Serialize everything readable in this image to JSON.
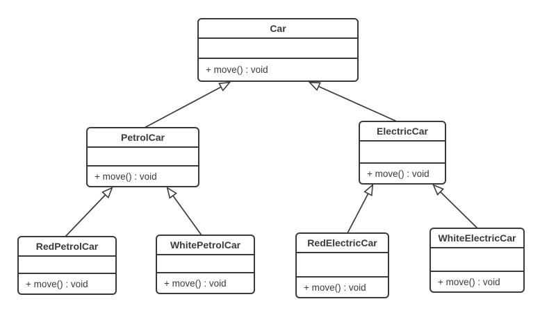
{
  "colors": {
    "stroke": "#3a3a3a",
    "text": "#3a3a3a",
    "box_fill": "#ffffff",
    "background": "#ffffff"
  },
  "classes": {
    "car": {
      "name": "Car",
      "attributes": "",
      "method": "+ move() : void"
    },
    "petrol_car": {
      "name": "PetrolCar",
      "attributes": "",
      "method": "+ move() : void"
    },
    "electric_car": {
      "name": "ElectricCar",
      "attributes": "",
      "method": "+ move() : void"
    },
    "red_petrol_car": {
      "name": "RedPetrolCar",
      "attributes": "",
      "method": "+ move() : void"
    },
    "white_petrol_car": {
      "name": "WhitePetrolCar",
      "attributes": "",
      "method": "+ move() : void"
    },
    "red_electric_car": {
      "name": "RedElectricCar",
      "attributes": "",
      "method": "+ move() : void"
    },
    "white_electric_car": {
      "name": "WhiteElectricCar",
      "attributes": "",
      "method": "+ move() : void"
    }
  },
  "relations": [
    {
      "from": "PetrolCar",
      "to": "Car",
      "type": "generalization"
    },
    {
      "from": "ElectricCar",
      "to": "Car",
      "type": "generalization"
    },
    {
      "from": "RedPetrolCar",
      "to": "PetrolCar",
      "type": "generalization"
    },
    {
      "from": "WhitePetrolCar",
      "to": "PetrolCar",
      "type": "generalization"
    },
    {
      "from": "RedElectricCar",
      "to": "ElectricCar",
      "type": "generalization"
    },
    {
      "from": "WhiteElectricCar",
      "to": "ElectricCar",
      "type": "generalization"
    }
  ]
}
